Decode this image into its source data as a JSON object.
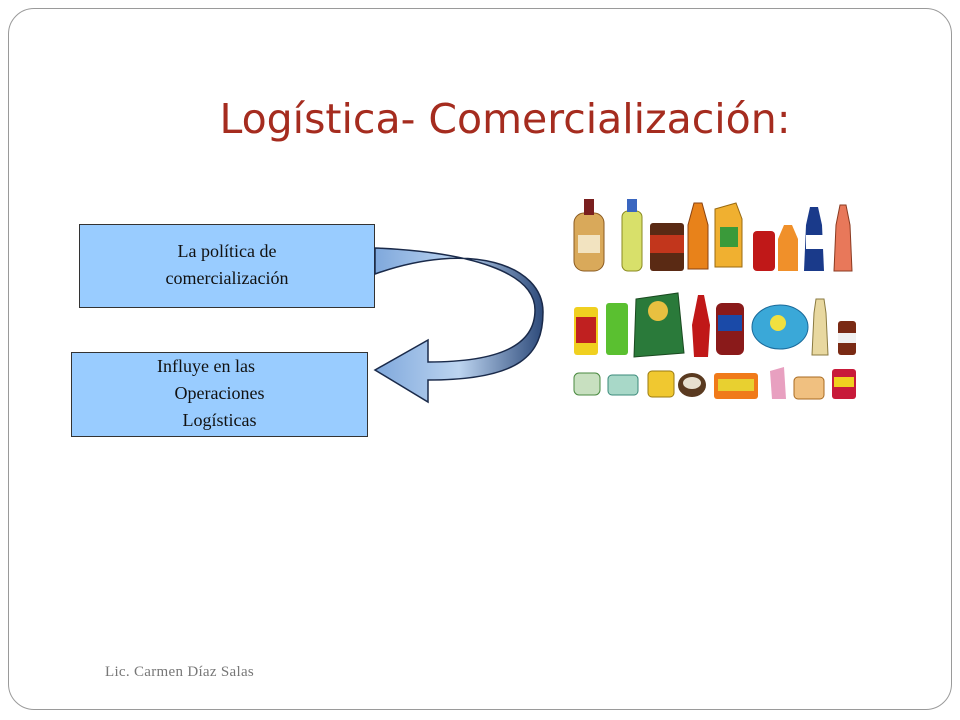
{
  "slide": {
    "title": "Logística- Comercialización:",
    "box_top": "La política de comercialización",
    "box_top_line1": "La política de",
    "box_top_line2": "comercialización",
    "box_bottom_line1": "Influye en las",
    "box_bottom_line2": "Operaciones",
    "box_bottom_line3": "Logísticas",
    "footer": "Lic. Carmen Díaz Salas"
  },
  "colors": {
    "title": "#a52c1f",
    "box_fill": "#99ccff",
    "arrow_fill": "#3a5a90"
  },
  "icons": [
    "curved-arrow-icon",
    "consumer-products-image"
  ]
}
